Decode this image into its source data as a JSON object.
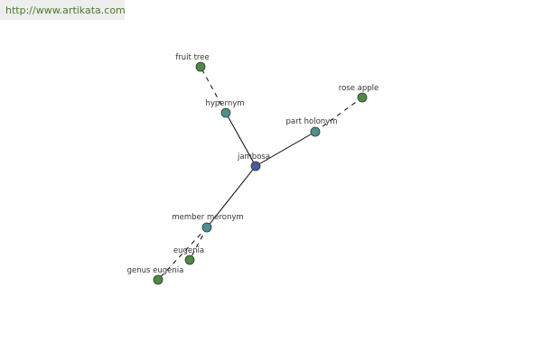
{
  "banner": {
    "url": "http://www.artikata.com"
  },
  "colors": {
    "center": "#4a5a9a",
    "relation": "#4e8f8f",
    "word": "#4e8a44",
    "edge": "#000000",
    "banner_text": "#4a7a2e"
  },
  "graph": {
    "nodes": [
      {
        "id": "jambosa",
        "label": "jambosa",
        "kind": "center"
      },
      {
        "id": "hypernym",
        "label": "hypernym",
        "kind": "relation"
      },
      {
        "id": "part-holonym",
        "label": "part holonym",
        "kind": "relation"
      },
      {
        "id": "member-meronym",
        "label": "member meronym",
        "kind": "relation"
      },
      {
        "id": "fruit-tree",
        "label": "fruit tree",
        "kind": "word"
      },
      {
        "id": "rose-apple",
        "label": "rose apple",
        "kind": "word"
      },
      {
        "id": "eugenia",
        "label": "eugenia",
        "kind": "word"
      },
      {
        "id": "genus-eugenia",
        "label": "genus eugenia",
        "kind": "word"
      }
    ],
    "edges": [
      {
        "from": "jambosa",
        "to": "hypernym",
        "style": "solid"
      },
      {
        "from": "jambosa",
        "to": "part-holonym",
        "style": "solid"
      },
      {
        "from": "jambosa",
        "to": "member-meronym",
        "style": "solid"
      },
      {
        "from": "hypernym",
        "to": "fruit-tree",
        "style": "dashed"
      },
      {
        "from": "part-holonym",
        "to": "rose-apple",
        "style": "dashed"
      },
      {
        "from": "member-meronym",
        "to": "eugenia",
        "style": "dashed"
      },
      {
        "from": "member-meronym",
        "to": "genus-eugenia",
        "style": "dashed"
      }
    ]
  }
}
